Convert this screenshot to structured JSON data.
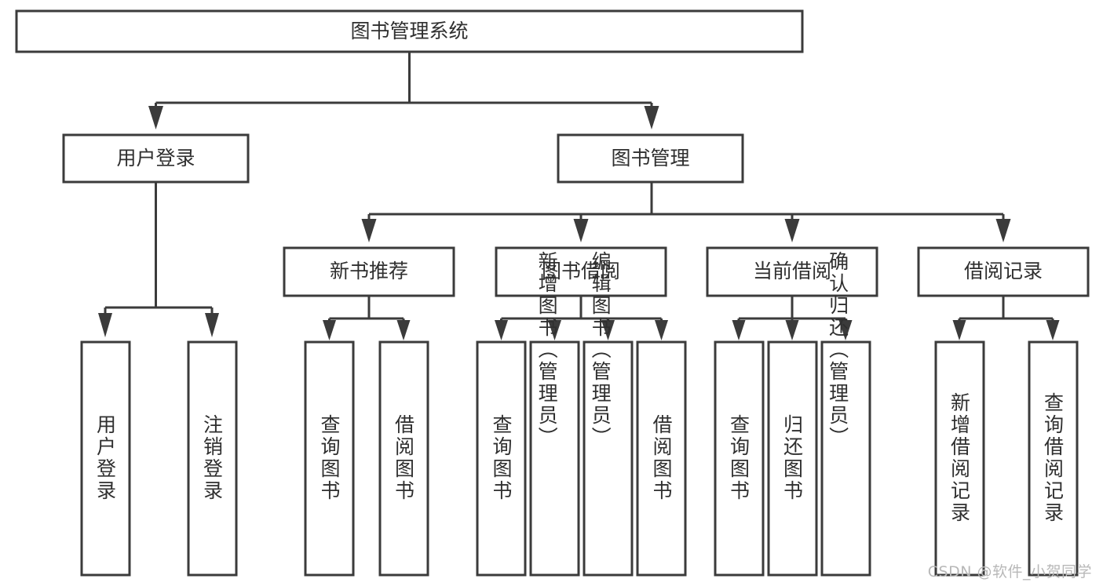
{
  "diagram": {
    "title": "图书管理系统",
    "type": "tree",
    "watermark": "CSDN @软件_小贺同学",
    "colors": {
      "box_fill": "#ffffff",
      "box_stroke": "#3b3b3b",
      "text": "#2f2f2f",
      "connector": "#3b3b3b",
      "watermark": "#b8b8b8",
      "background": "#ffffff"
    },
    "root": {
      "label": "图书管理系统"
    },
    "level2": [
      {
        "label": "用户登录"
      },
      {
        "label": "图书管理"
      }
    ],
    "level3": [
      {
        "label": "新书推荐"
      },
      {
        "label": "图书借阅"
      },
      {
        "label": "当前借阅"
      },
      {
        "label": "借阅记录"
      }
    ],
    "leaves": {
      "user_login": [
        {
          "label": "用户登录"
        },
        {
          "label": "注销登录"
        }
      ],
      "new_book_recommend": [
        {
          "label": "查询图书"
        },
        {
          "label": "借阅图书"
        }
      ],
      "book_borrow": [
        {
          "label": "查询图书"
        },
        {
          "label": "新增图书（管理员）"
        },
        {
          "label": "编辑图书（管理员）"
        },
        {
          "label": "借阅图书"
        }
      ],
      "current_borrow": [
        {
          "label": "查询图书"
        },
        {
          "label": "归还图书"
        },
        {
          "label": "确认归还（管理员）"
        }
      ],
      "borrow_record": [
        {
          "label": "新增借阅记录"
        },
        {
          "label": "查询借阅记录"
        }
      ]
    }
  },
  "chart_data": {
    "type": "table",
    "title": "图书管理系统",
    "nodes": [
      {
        "id": "root",
        "label": "图书管理系统",
        "level": 0,
        "parent": null
      },
      {
        "id": "n1",
        "label": "用户登录",
        "level": 1,
        "parent": "root"
      },
      {
        "id": "n2",
        "label": "图书管理",
        "level": 1,
        "parent": "root"
      },
      {
        "id": "n1a",
        "label": "用户登录",
        "level": 2,
        "parent": "n1"
      },
      {
        "id": "n1b",
        "label": "注销登录",
        "level": 2,
        "parent": "n1"
      },
      {
        "id": "n2a",
        "label": "新书推荐",
        "level": 2,
        "parent": "n2"
      },
      {
        "id": "n2b",
        "label": "图书借阅",
        "level": 2,
        "parent": "n2"
      },
      {
        "id": "n2c",
        "label": "当前借阅",
        "level": 2,
        "parent": "n2"
      },
      {
        "id": "n2d",
        "label": "借阅记录",
        "level": 2,
        "parent": "n2"
      },
      {
        "id": "n2a1",
        "label": "查询图书",
        "level": 3,
        "parent": "n2a"
      },
      {
        "id": "n2a2",
        "label": "借阅图书",
        "level": 3,
        "parent": "n2a"
      },
      {
        "id": "n2b1",
        "label": "查询图书",
        "level": 3,
        "parent": "n2b"
      },
      {
        "id": "n2b2",
        "label": "新增图书（管理员）",
        "level": 3,
        "parent": "n2b"
      },
      {
        "id": "n2b3",
        "label": "编辑图书（管理员）",
        "level": 3,
        "parent": "n2b"
      },
      {
        "id": "n2b4",
        "label": "借阅图书",
        "level": 3,
        "parent": "n2b"
      },
      {
        "id": "n2c1",
        "label": "查询图书",
        "level": 3,
        "parent": "n2c"
      },
      {
        "id": "n2c2",
        "label": "归还图书",
        "level": 3,
        "parent": "n2c"
      },
      {
        "id": "n2c3",
        "label": "确认归还（管理员）",
        "level": 3,
        "parent": "n2c"
      },
      {
        "id": "n2d1",
        "label": "新增借阅记录",
        "level": 3,
        "parent": "n2d"
      },
      {
        "id": "n2d2",
        "label": "查询借阅记录",
        "level": 3,
        "parent": "n2d"
      }
    ]
  }
}
